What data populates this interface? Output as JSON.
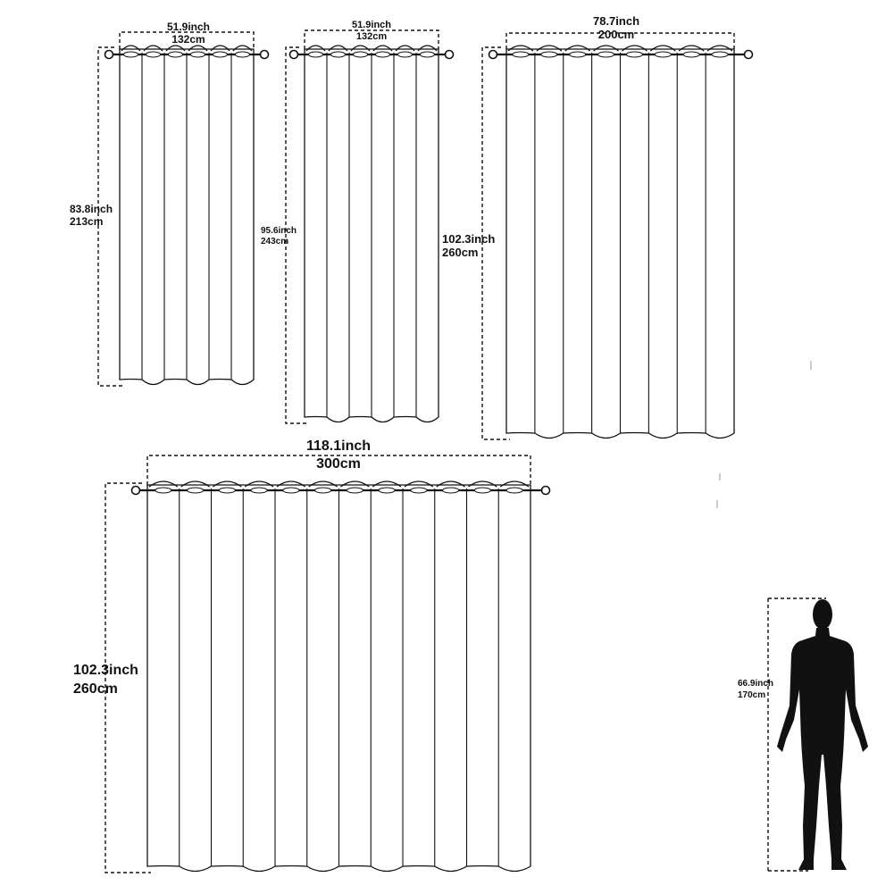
{
  "curtains": [
    {
      "width_inch": "51.9inch",
      "width_cm": "132cm",
      "height_inch": "83.8inch",
      "height_cm": "213cm",
      "grommets": 6
    },
    {
      "width_inch": "51.9inch",
      "width_cm": "132cm",
      "height_inch": "95.6inch",
      "height_cm": "243cm",
      "grommets": 6
    },
    {
      "width_inch": "78.7inch",
      "width_cm": "200cm",
      "height_inch": "102.3inch",
      "height_cm": "260cm",
      "grommets": 8
    },
    {
      "width_inch": "118.1inch",
      "width_cm": "300cm",
      "height_inch": "102.3inch",
      "height_cm": "260cm",
      "grommets": 12
    }
  ],
  "person": {
    "height_inch": "66.9inch",
    "height_cm": "170cm",
    "icon": "human-silhouette-icon"
  }
}
